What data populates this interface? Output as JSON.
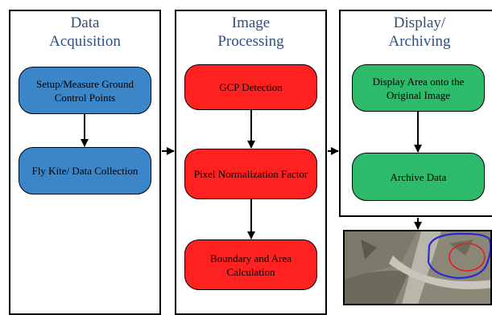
{
  "panels": [
    {
      "title_line1": "Data",
      "title_line2": "Acquisition"
    },
    {
      "title_line1": "Image",
      "title_line2": "Processing"
    },
    {
      "title_line1": "Display/",
      "title_line2": "Archiving"
    }
  ],
  "nodes": {
    "setup": "Setup/Measure Ground Control Points",
    "fly": "Fly Kite/ Data Collection",
    "gcp": "GCP Detection",
    "pixel": "Pixel Normalization Factor",
    "boundary": "Boundary and Area Calculation",
    "display": "Display Area onto the Original Image",
    "archive": "Archive Data"
  },
  "colors": {
    "acquisition": "#3a86c8",
    "processing": "#ff2020",
    "display": "#2dba6a",
    "title": "#2f4f7f"
  }
}
